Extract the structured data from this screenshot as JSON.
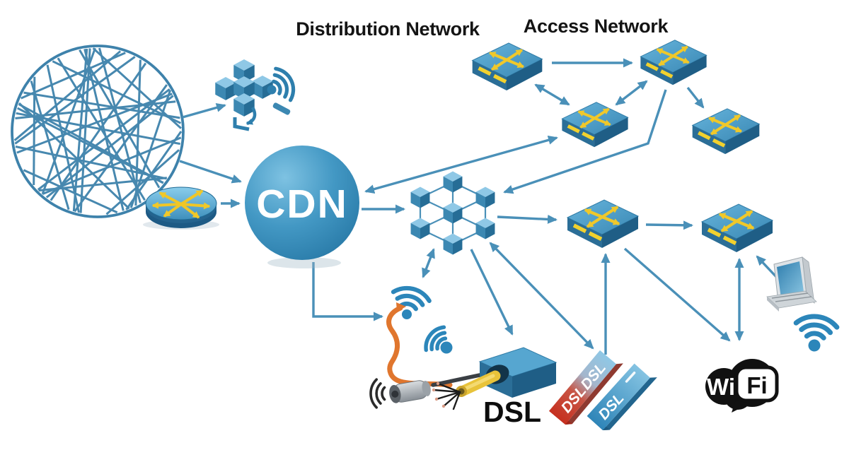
{
  "diagram": {
    "background": "#ffffff",
    "title_labels": {
      "distribution_network": "Distribution Network",
      "access_network": "Access Network"
    },
    "cdn": {
      "label": "CDN"
    },
    "dsl": {
      "caption": "DSL",
      "strip1_label_a": "DSL",
      "strip1_label_b": "DSL",
      "strip2_label": "DSL"
    },
    "wifi_logo": {
      "wi": "Wi",
      "fi": "Fi"
    },
    "colors": {
      "arrow": "#4a90b8",
      "globe_stroke": "#3e82ab",
      "device_blue": "#2e7fad",
      "switch_yellow": "#f2d12e",
      "cdn_sphere": "#2f86b2",
      "wifi_logo_black": "#111111",
      "dsl_red": "#c93526",
      "cable_orange": "#e0762e",
      "label_text": "#141414"
    },
    "icons": {
      "internet_globe": "mesh-globe",
      "edge_cache": "cube-cluster-with-wifi",
      "router": "router-cylinder-arrows",
      "cdn_node": "blue-sphere",
      "distribution_node": "hexagon-cube-mesh",
      "network_switch": "3d-switch-box",
      "wireless_antenna": "wifi-arcs-orange-cable",
      "wireless_transmitter": "gray-plug-sound-waves",
      "dsl_modem": "fiber-cable-box",
      "dsl_strips": "3d-ribbon-bars",
      "wifi_logo": "black-wifi-badge",
      "laptop": "laptop-3d",
      "wifi_signal": "blue-wifi-arcs"
    }
  }
}
